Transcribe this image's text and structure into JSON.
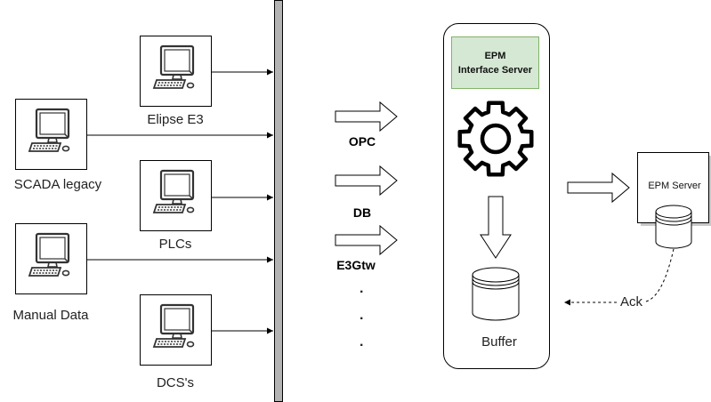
{
  "devices": {
    "elipse": "Elipse E3",
    "scada": "SCADA legacy",
    "plcs": "PLCs",
    "manual": "Manual Data",
    "dcs": "DCS's"
  },
  "protocols": {
    "opc": "OPC",
    "db": "DB",
    "e3gtw": "E3Gtw",
    "dots": [
      ".",
      " .",
      "."
    ]
  },
  "interface_server": {
    "line1": "EPM",
    "line2": "Interface Server",
    "buffer": "Buffer"
  },
  "epm_server": {
    "label": "EPM Server",
    "ack": "Ack"
  },
  "icons": {
    "device": "computer-monitor-icon",
    "engine": "gear-icon",
    "storage": "database-icon"
  },
  "colors": {
    "bus": "#b3b3b3",
    "interface_box_fill": "#d5e8d4",
    "interface_box_border": "#82b366"
  }
}
